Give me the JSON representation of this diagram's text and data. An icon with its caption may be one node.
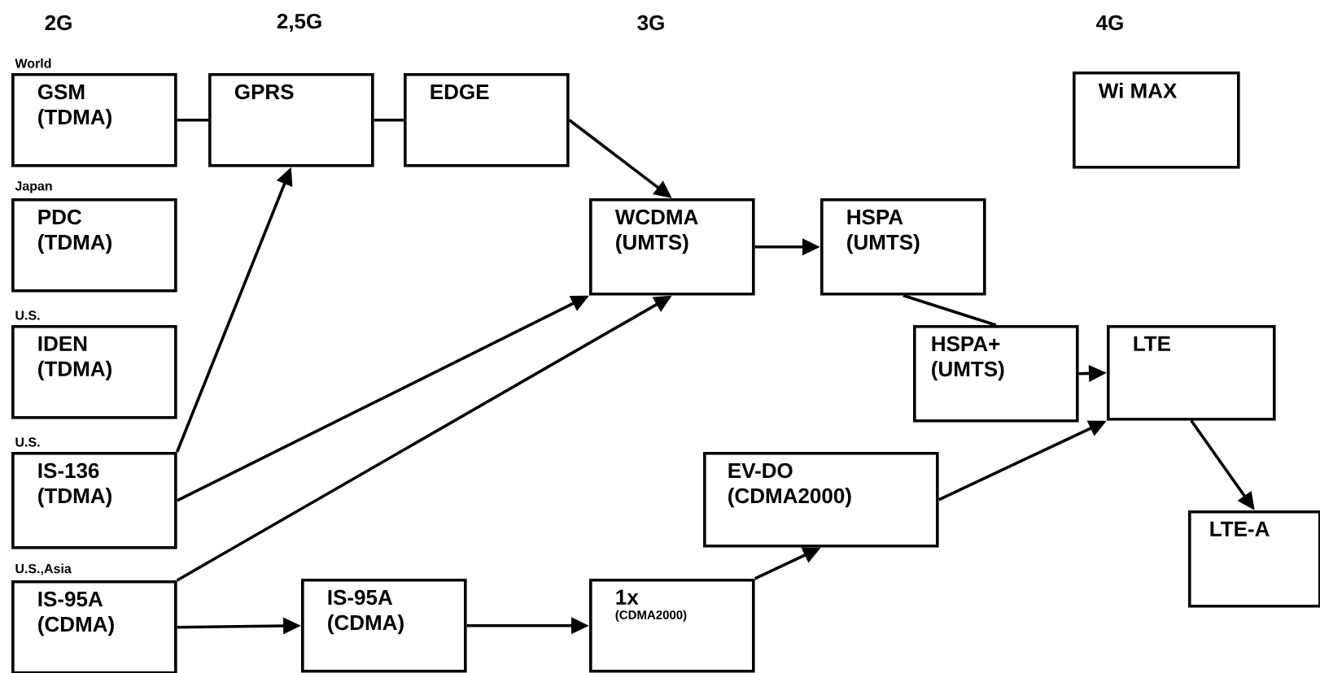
{
  "diagram": {
    "nodes": [
      {
        "text": [
          "GSM (TDMA)"
        ],
        "beside": [
          "World"
        ]
      },
      {
        "text": [
          "GPRS"
        ]
      },
      {
        "text": [
          "EDGE"
        ]
      },
      {
        "text": [
          "Wi MAX"
        ]
      },
      {
        "text": [
          "PDC (TDMA)"
        ],
        "beside": [
          "Japan"
        ]
      },
      {
        "text": [
          "WCDMA (UMTS)"
        ]
      },
      {
        "text": [
          "HSPA (UMTS)"
        ]
      },
      {
        "text": [
          "IDEN (TDMA)"
        ],
        "beside": [
          "U.S."
        ]
      },
      {
        "text": [
          "HSPA+ (UMTS)"
        ]
      },
      {
        "text": [
          "LTE"
        ]
      },
      {
        "text": [
          "IS-136 (TDMA)"
        ],
        "beside": [
          "U.S."
        ]
      },
      {
        "text": [
          "EV-DO (CDMA2000)"
        ]
      },
      {
        "text": [
          "LTE-A"
        ]
      },
      {
        "text": [
          "IS-95A (CDMA)"
        ],
        "beside": [
          "U.S.,Asia"
        ]
      },
      {
        "text": [
          "IS-95A (CDMA)"
        ]
      },
      {
        "text": [
          "1x",
          "(CDMA2000)"
        ]
      }
    ],
    "edges": [
      {
        "from": 0,
        "to": 1,
        "arrow": "none"
      },
      {
        "from": 1,
        "to": 2,
        "arrow": "none"
      },
      {
        "from": 2,
        "to": 5,
        "arrow": "to"
      },
      {
        "from": 10,
        "to": 1,
        "arrow": "to"
      },
      {
        "from": 10,
        "to": 5,
        "arrow": "to"
      },
      {
        "from": 13,
        "to": 5,
        "arrow": "to"
      },
      {
        "from": 5,
        "to": 6,
        "arrow": "to"
      },
      {
        "from": 6,
        "to": 8,
        "arrow": "none"
      },
      {
        "from": 8,
        "to": 9,
        "arrow": "to"
      },
      {
        "from": 11,
        "to": 9,
        "arrow": "to"
      },
      {
        "from": 9,
        "to": 12,
        "arrow": "to"
      },
      {
        "from": 13,
        "to": 14,
        "arrow": "to"
      },
      {
        "from": 14,
        "to": 15,
        "arrow": "to"
      },
      {
        "from": 15,
        "to": 11,
        "arrow": "to"
      }
    ],
    "labels": [
      "2G",
      "2,5G",
      "3G",
      "4G"
    ]
  }
}
